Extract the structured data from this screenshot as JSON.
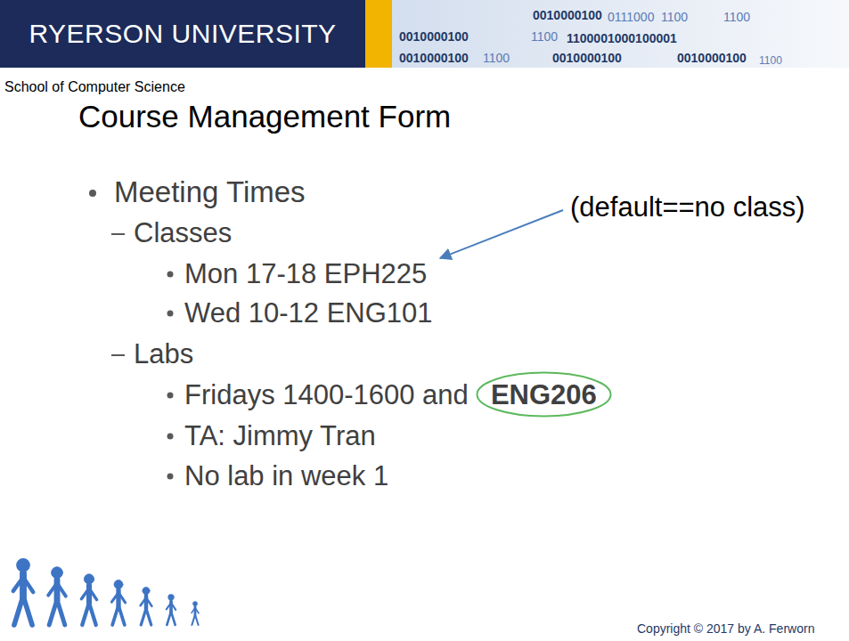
{
  "diagram": {
    "title": "Course Management Form",
    "nodes": [
      {
        "text": [
          "RYERSON UNIVERSITY"
        ]
      },
      {
        "text": [
          "ENG206"
        ]
      }
    ],
    "labels": [
      "School of Computer Science",
      "Meeting Times",
      "Classes",
      "Mon 17-18 EPH225",
      "Wed 10-12 ENG101",
      "Labs",
      "Fridays 1400-1600 and",
      "TA: Jimmy Tran",
      "No lab in week 1",
      "(default==no class)",
      "Copyright © 2017 by A. Ferworn",
      "0010000100",
      "0111000",
      "1100",
      "1100",
      "0010000100",
      "1100",
      "1100001000100001",
      "0010000100",
      "1100",
      "0010000100",
      "0010000100",
      "1100"
    ]
  }
}
